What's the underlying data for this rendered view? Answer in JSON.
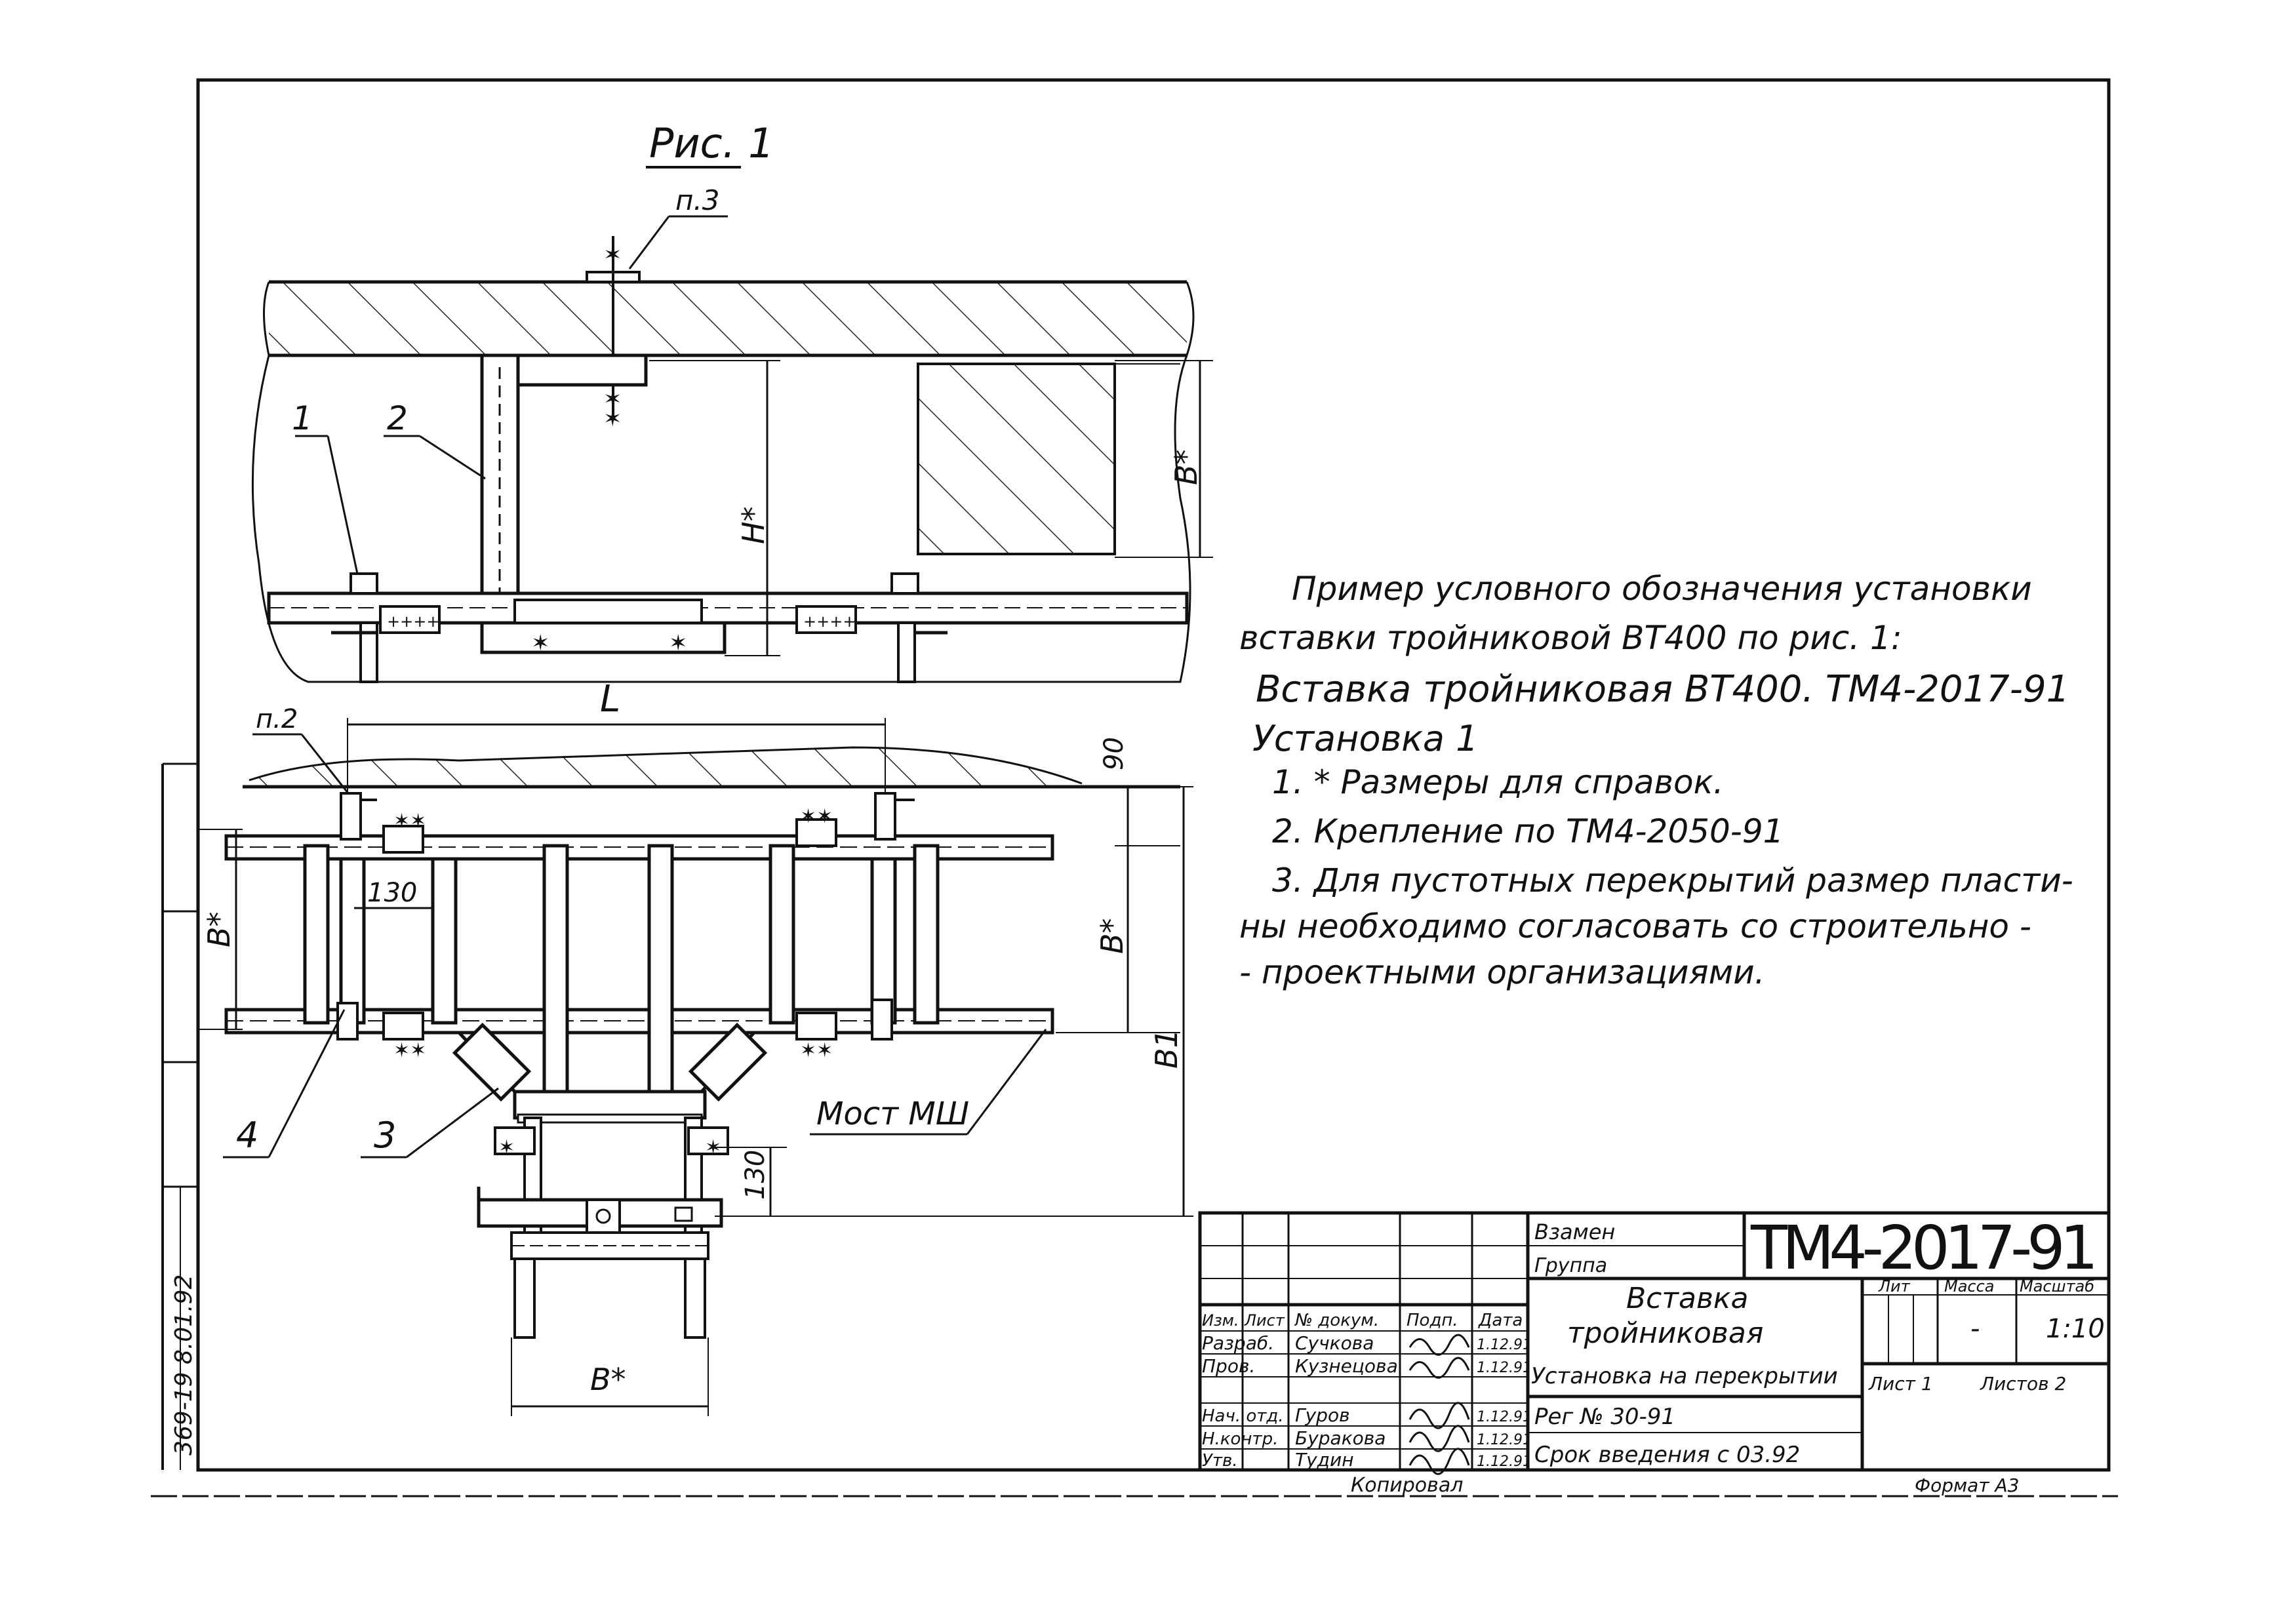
{
  "figure": {
    "title": "Рис. 1",
    "callouts": {
      "p3": "п.3",
      "p2": "п.2",
      "n1": "1",
      "n2": "2",
      "n3": "3",
      "n4": "4",
      "bridge": "Мост МШ"
    },
    "dimensions": {
      "H": "H*",
      "B_top": "B*",
      "L": "L",
      "d90": "90",
      "d130a": "130",
      "d130b": "130",
      "B_left": "B*",
      "B_mid": "B*",
      "B1": "B1",
      "B_bottom": "B*"
    }
  },
  "notes": {
    "example_line1": "Пример условного обозначения установки",
    "example_line2": "вставки тройниковой ВТ400 по рис. 1:",
    "designation": "Вставка тройниковая ВТ400. ТМ4-2017-91",
    "installation": "Установка 1",
    "note1": "1. * Размеры для справок.",
    "note2": "2. Крепление по ТМ4-2050-91",
    "note3_line1": "3. Для пустотных перекрытий размер пласти-",
    "note3_line2": "ны необходимо согласовать со строительно -",
    "note3_line3": "- проектными организациями."
  },
  "title_block": {
    "document_code": "ТМ4-2017-91",
    "vzamen": "Взамен",
    "gruppa": "Группа",
    "name_line1": "Вставка",
    "name_line2": "тройниковая",
    "name_line3": "Установка на перекрытии",
    "reg_no": "Рег № 30-91",
    "srok": "Срок введения с 03.92",
    "headers": {
      "izm": "Изм.",
      "list": "Лист",
      "doc": "№ докум.",
      "podp": "Подп.",
      "data": "Дата"
    },
    "lit_label": "Лит",
    "massa_label": "Масса",
    "masshtab_label": "Масштаб",
    "massa_value": "-",
    "masshtab_value": "1:10",
    "list_label": "Лист 1",
    "listov_label": "Листов 2",
    "signatures": [
      {
        "role": "Разраб.",
        "name": "Сучкова",
        "date": "1.12.91"
      },
      {
        "role": "Пров.",
        "name": "Кузнецова",
        "date": "1.12.91"
      },
      {
        "role": "Нач. отд.",
        "name": "Гуров",
        "date": "1.12.91"
      },
      {
        "role": "Н.контр.",
        "name": "Буракова",
        "date": "1.12.91"
      },
      {
        "role": "Утв.",
        "name": "Тудин",
        "date": "1.12.91"
      }
    ]
  },
  "margin_stamp": "369-19 8.01.92",
  "bottom": {
    "copied": "Копировал",
    "format": "Формат А3"
  }
}
